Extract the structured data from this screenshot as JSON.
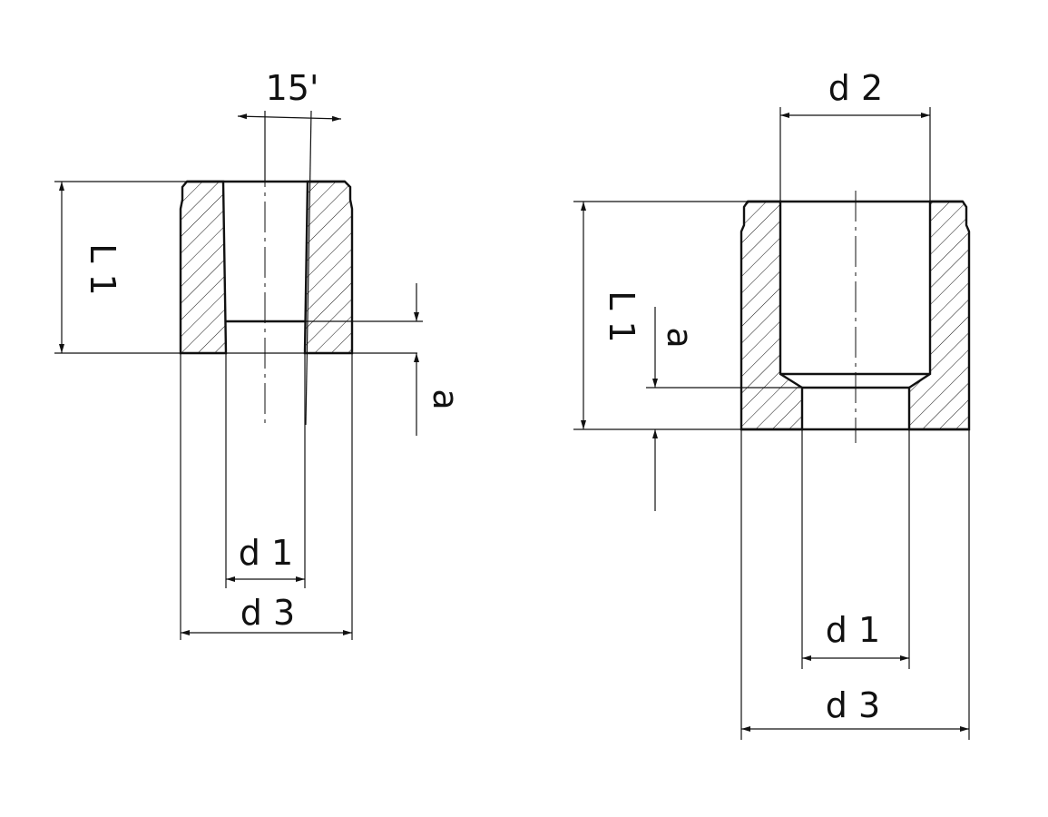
{
  "left_part": {
    "angle_label": "15'",
    "length_label": "L 1",
    "offset_label": "a",
    "inner_diameter_label": "d 1",
    "outer_diameter_label": "d 3"
  },
  "right_part": {
    "bore_diameter_label": "d 2",
    "length_label": "L 1",
    "offset_label": "a",
    "inner_diameter_label": "d 1",
    "outer_diameter_label": "d 3"
  },
  "colors": {
    "line": "#111111",
    "background": "#ffffff"
  }
}
